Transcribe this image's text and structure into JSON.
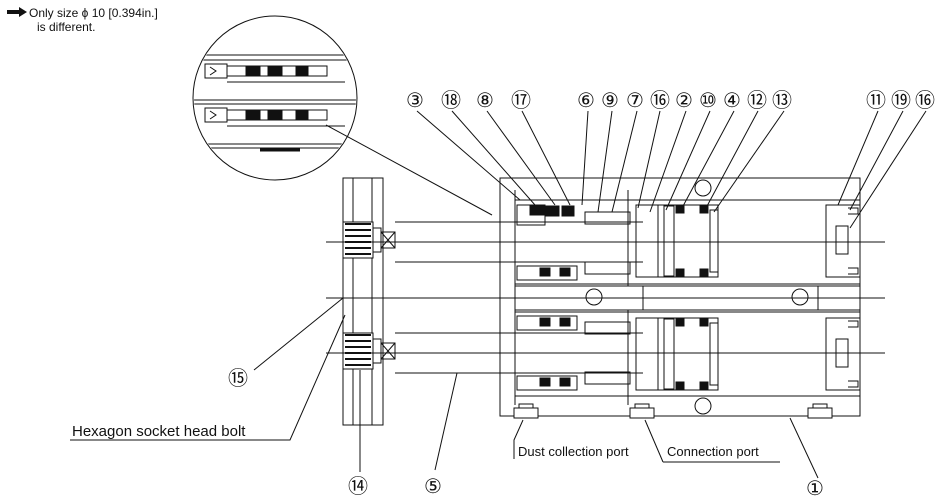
{
  "note": {
    "line1": "Only size ϕ 10 [0.394in.]",
    "line2": "is different."
  },
  "labels": {
    "bolt": "Hexagon socket head bolt",
    "dust": "Dust collection port",
    "conn": "Connection port"
  },
  "callouts": {
    "c1": "①",
    "c2": "②",
    "c3": "③",
    "c4": "④",
    "c5": "⑤",
    "c6": "⑥",
    "c7": "⑦",
    "c8": "⑧",
    "c9": "⑨",
    "c10": "⑩",
    "c11": "⑪",
    "c12": "⑫",
    "c13": "⑬",
    "c14": "⑭",
    "c15": "⑮",
    "c16": "⑯",
    "c17": "⑰",
    "c18": "⑱",
    "c19": "⑲"
  }
}
